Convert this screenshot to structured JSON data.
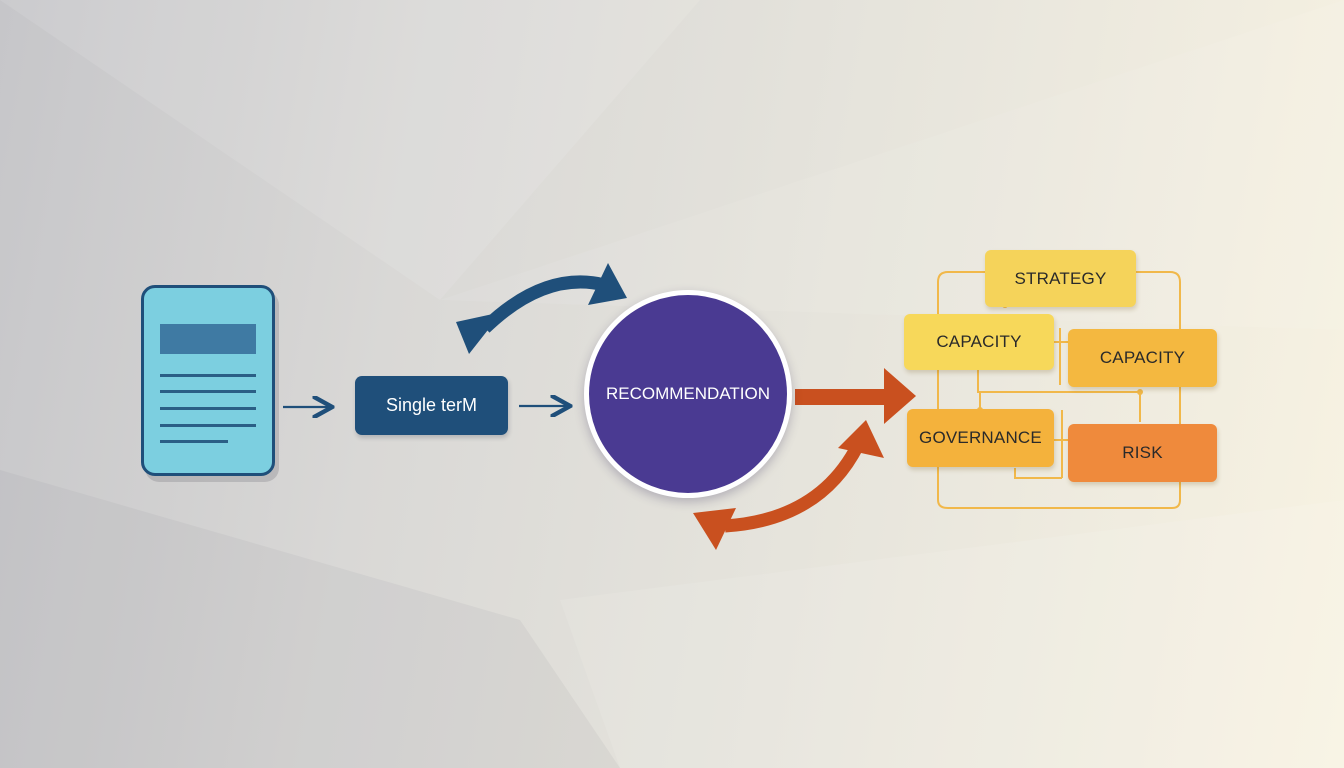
{
  "diagram": {
    "term_label": "Single terM",
    "center_label": "RECOMMENDATION",
    "nodes": {
      "strategy": "STRATEGY",
      "capacity_left": "CAPACITY",
      "capacity_right": "CAPACITY",
      "governance": "GOVERNANCE",
      "risk": "RISK"
    }
  },
  "colors": {
    "navy": "#1f4f7a",
    "purple": "#4a3a92",
    "orange_arrow": "#c9501f",
    "document": "#7ccfe0",
    "yellow_box": "#f5d35a",
    "amber_box": "#f4b23c",
    "orange_box": "#ef8a3c"
  }
}
